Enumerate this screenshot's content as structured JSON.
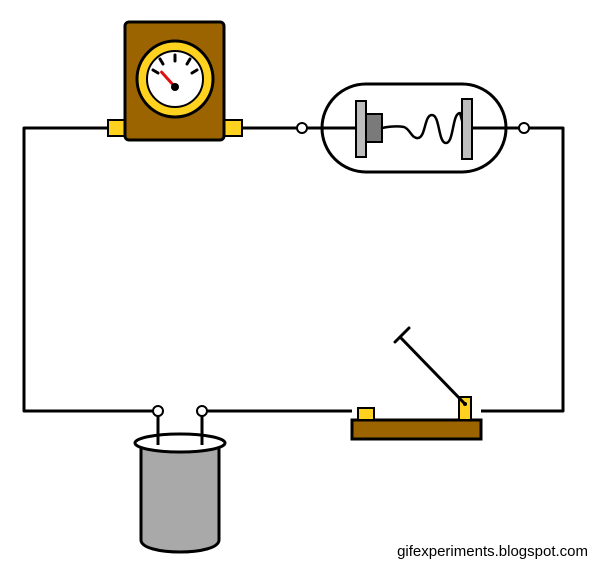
{
  "diagram": {
    "type": "electric-circuit",
    "components": [
      "galvanometer",
      "vacuum-tube",
      "knife-switch",
      "beaker-cell"
    ],
    "galvanometer": {
      "needle_level": 0.15
    },
    "switch": {
      "state": "open"
    },
    "colors": {
      "wire": "#000000",
      "brown": "#9c6400",
      "gold": "#ffd21f",
      "glass": "#ffffff",
      "electrode": "#bdbdbd",
      "cathode": "#7a7a7a",
      "beaker": "#a9a9a9",
      "needle": "#e01010"
    }
  },
  "credit": {
    "text": "gifexperiments.blogspot.com"
  }
}
